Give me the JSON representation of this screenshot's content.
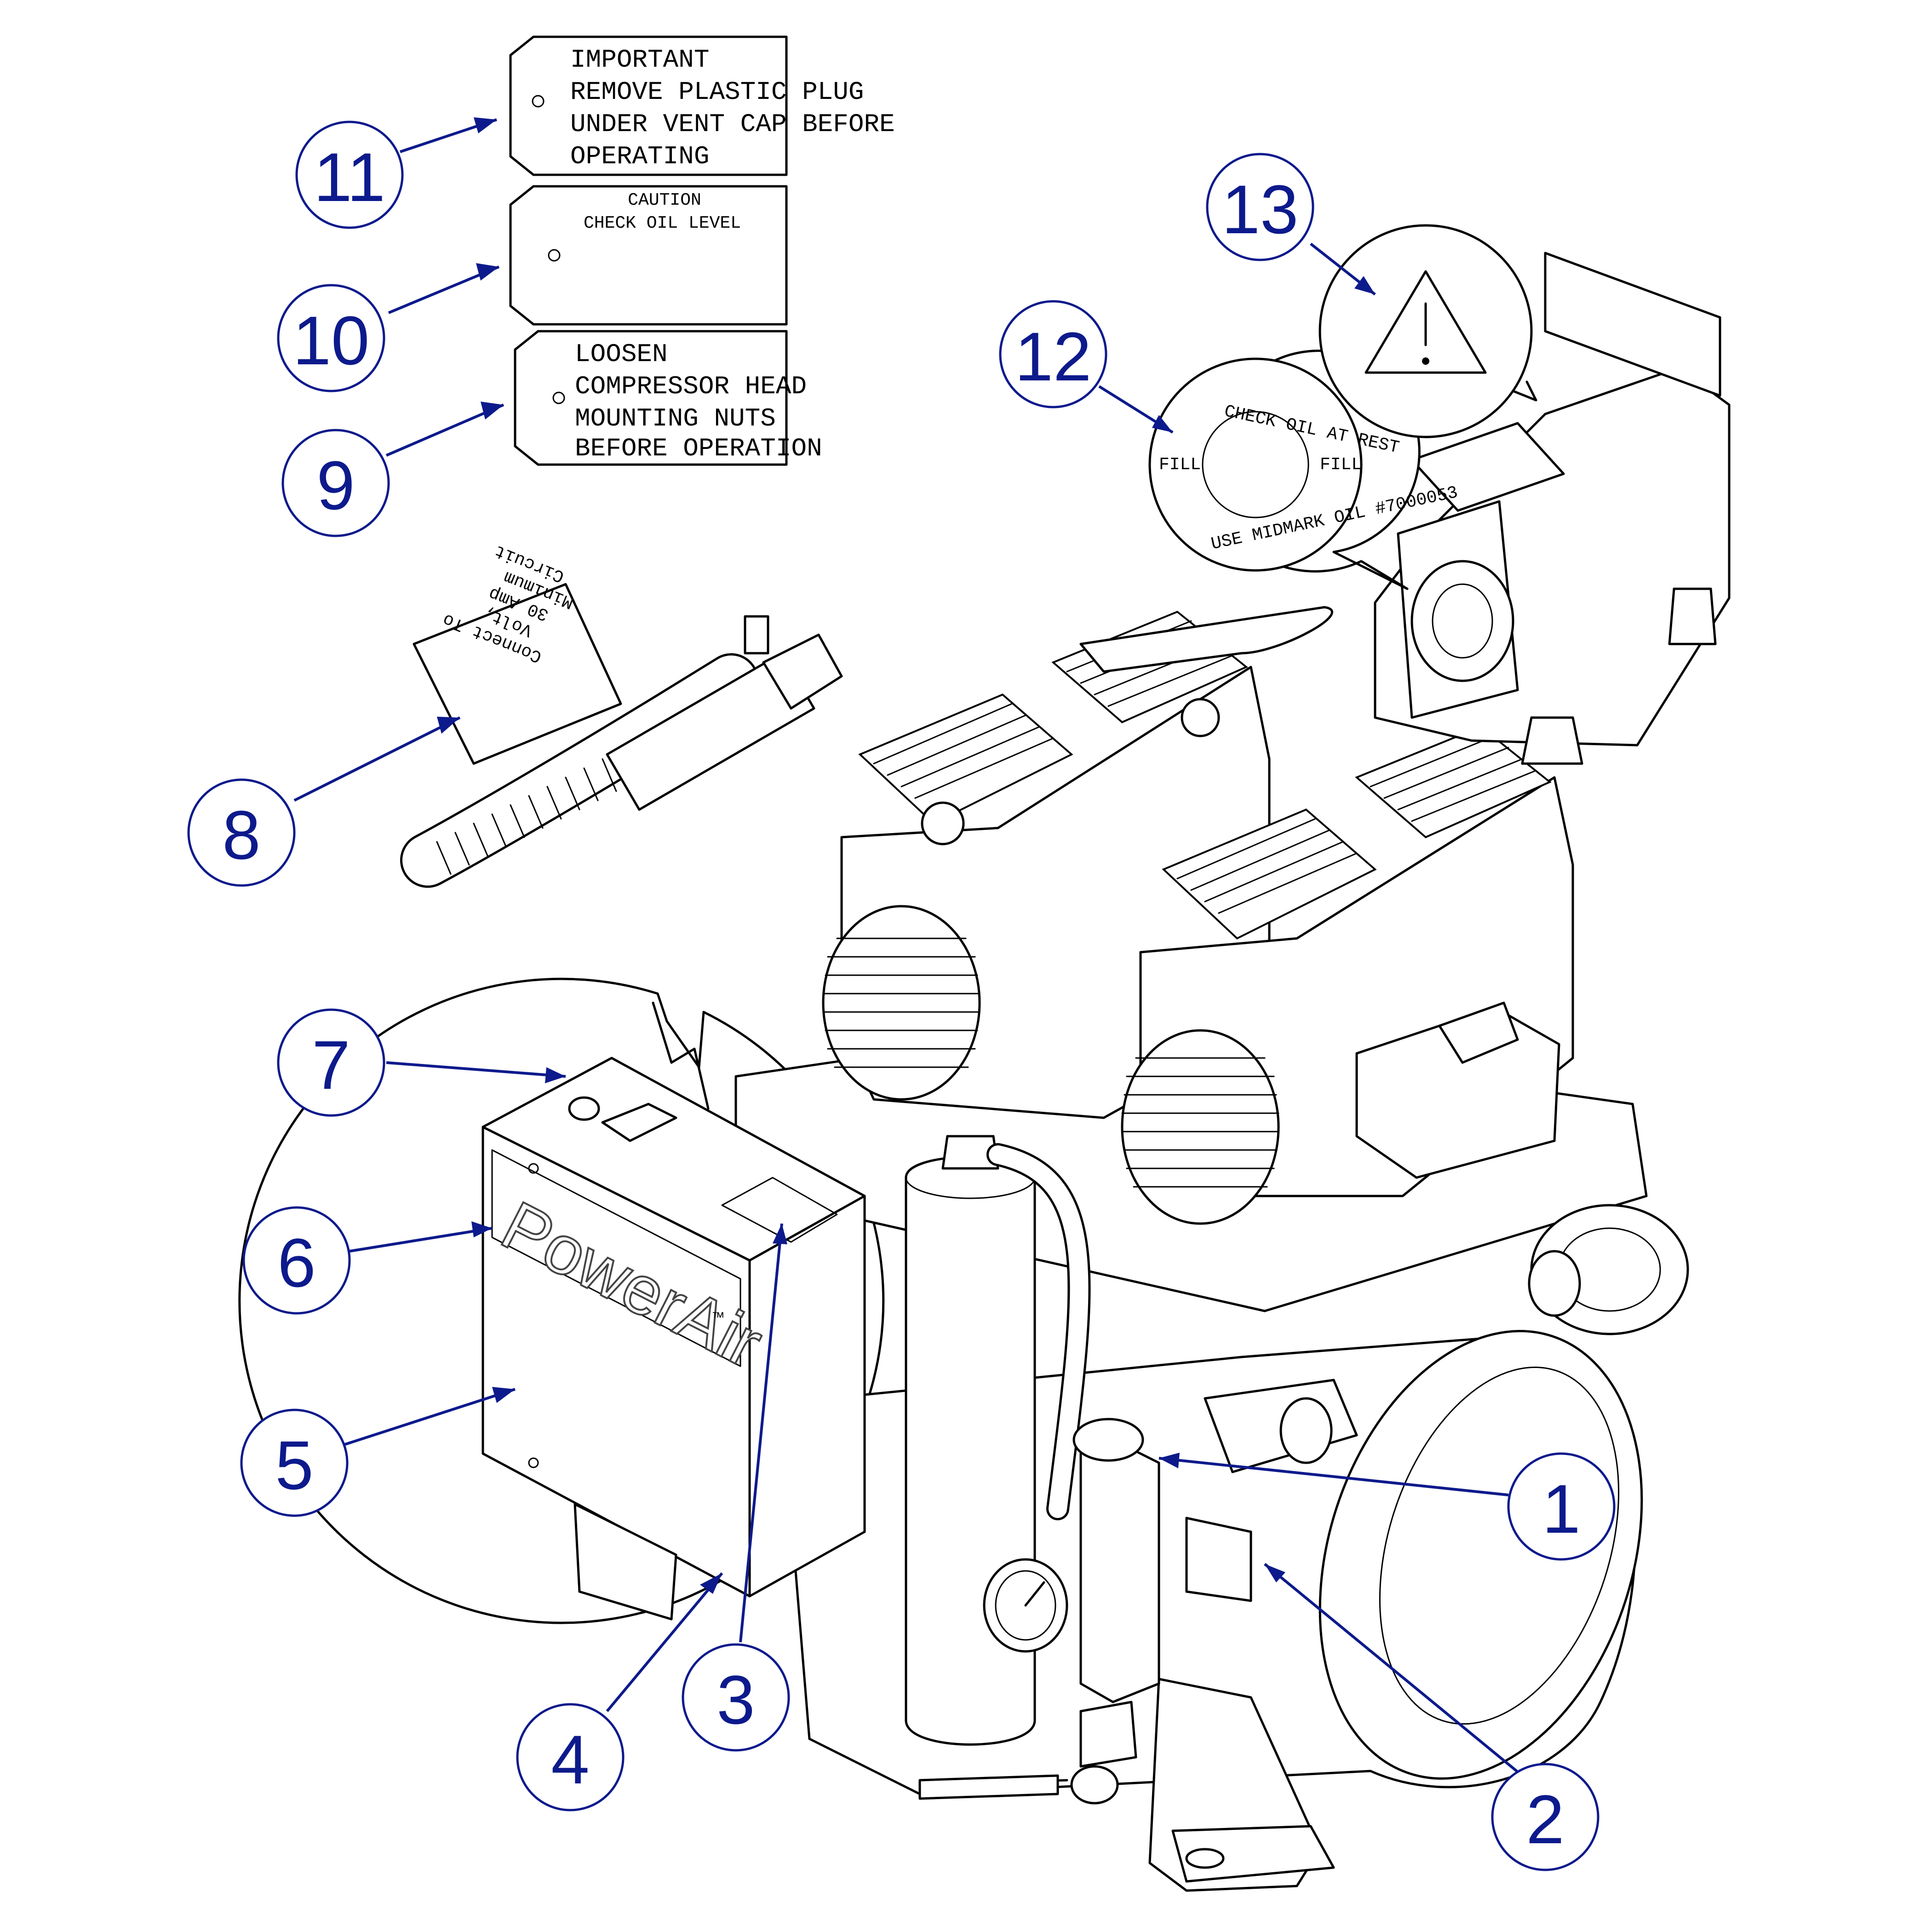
{
  "tags": {
    "tag11": [
      "IMPORTANT",
      "REMOVE PLASTIC PLUG",
      "UNDER VENT CAP BEFORE",
      "OPERATING"
    ],
    "tag10": [
      "CAUTION",
      "CHECK OIL LEVEL"
    ],
    "tag9": [
      "LOOSEN",
      "COMPRESSOR HEAD",
      "MOUNTING NUTS",
      "BEFORE OPERATION"
    ],
    "tag8": [
      "Connect To",
      "Volt,",
      "30 Amp",
      "Minimum",
      "Circuit"
    ]
  },
  "oil_label": {
    "text_top": "CHECK OIL AT REST",
    "text_bottom": "USE MIDMARK OIL #7000053",
    "left": "FILL",
    "right": "FILL"
  },
  "brand": {
    "name": "PowerAir",
    "tm": "™"
  },
  "callouts": [
    "1",
    "2",
    "3",
    "4",
    "5",
    "6",
    "7",
    "8",
    "9",
    "10",
    "11",
    "12",
    "13"
  ],
  "colors": {
    "callout": "#0d1a8c",
    "line": "#000000"
  }
}
